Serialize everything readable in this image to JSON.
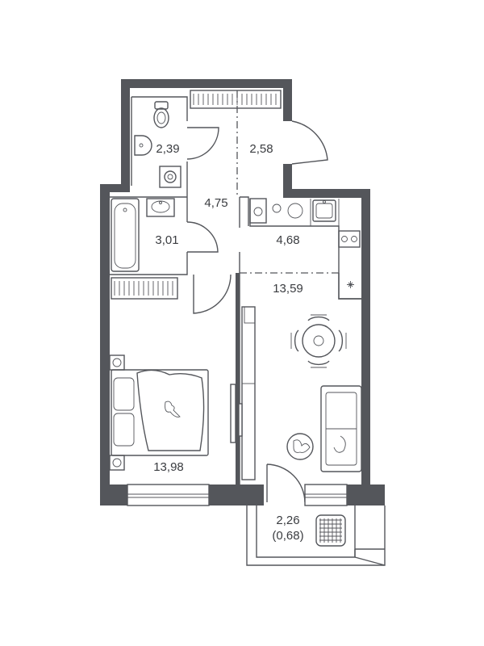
{
  "rooms": {
    "toilet": {
      "area": "2,39"
    },
    "hall": {
      "area": "2,58"
    },
    "corridor": {
      "area": "4,75"
    },
    "bathroom": {
      "area": "3,01"
    },
    "kitchen": {
      "area": "4,68"
    },
    "living": {
      "area": "13,59"
    },
    "bedroom": {
      "area": "13,98"
    },
    "balcony": {
      "area": "2,26",
      "area_reduced": "(0,68)"
    }
  },
  "colors": {
    "wall": "#54565b",
    "line": "#54565b",
    "text": "#3a3c40",
    "background": "#ffffff"
  },
  "icons": [
    "toilet-icon",
    "sink-icon",
    "washing-machine-icon",
    "bathtub-icon",
    "stove-icon",
    "kitchen-sink-icon",
    "dining-table-icon",
    "sofa-icon",
    "bed-icon",
    "plant-icon",
    "laundry-basket-icon",
    "wardrobe-icon",
    "tv-icon"
  ]
}
